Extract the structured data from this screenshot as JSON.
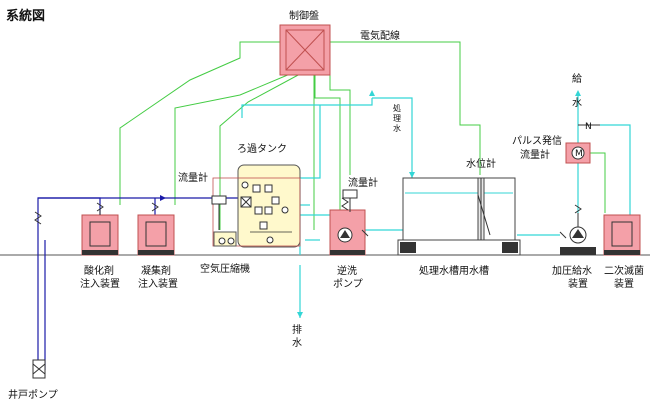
{
  "title": "系統図",
  "labels": {
    "control_panel": "制御盤",
    "electric_wiring": "電気配線",
    "filter_tank": "ろ過タンク",
    "flowmeter_left": "流量計",
    "flowmeter_right": "流量計",
    "oxidizer_line1": "酸化剤",
    "oxidizer_line2": "注入装置",
    "coagulant_line1": "凝集剤",
    "coagulant_line2": "注入装置",
    "air_compressor": "空気圧縮機",
    "backwash_line1": "逆洗",
    "backwash_line2": "ポンプ",
    "tank_name": "処理水槽用水槽",
    "water_level_meter": "水位計",
    "booster_line1": "加圧給水",
    "booster_line2": "装置",
    "disinfect_line1": "二次滅菌",
    "disinfect_line2": "装置",
    "pulse_line1": "パルス発信",
    "pulse_line2": "流量計",
    "supply_1": "給",
    "supply_2": "水",
    "treated_1": "処",
    "treated_2": "理",
    "treated_3": "水",
    "drain_1": "排",
    "drain_2": "水",
    "well_pump": "井戸ポンプ",
    "motor": "M",
    "check_n": "N"
  },
  "colors": {
    "raw_pipe": "#1a1aa8",
    "treated_pipe": "#33d6d6",
    "wire": "#44cc44",
    "equipment_fill": "#f4a0a8",
    "tank_fill": "#fff9cc",
    "box_line": "#c05050"
  }
}
